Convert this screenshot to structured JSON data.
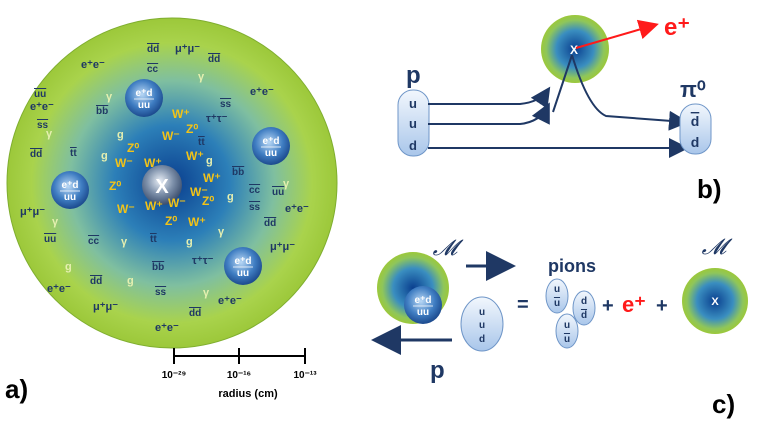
{
  "panel_labels": {
    "a": "a)",
    "b": "b)",
    "c": "c)"
  },
  "panel_a": {
    "center_label": "X",
    "proton_top": "e⁺d",
    "proton_bottom": "uu",
    "particles": {
      "ee": "e⁺e⁻",
      "mumu": "μ⁺μ⁻",
      "tautau": "τ⁺τ⁻",
      "dd": "dd",
      "cc": "cc",
      "uu": "uu",
      "ss": "ss",
      "bb": "bb",
      "tt": "tt",
      "gamma": "γ",
      "g": "g",
      "wp": "W⁺",
      "wm": "W⁻",
      "z0": "Z⁰"
    },
    "scale": {
      "tick1": "10⁻²⁹",
      "tick2": "10⁻¹⁶",
      "tick3": "10⁻¹³",
      "axis_label": "radius (cm)"
    }
  },
  "panel_b": {
    "proton": "p",
    "quarks": [
      "u",
      "u",
      "d"
    ],
    "x_label": "X",
    "positron": "e⁺",
    "pion": "π⁰",
    "pion_quarks": [
      "d",
      "d"
    ]
  },
  "panel_c": {
    "m_symbol": "𝓜",
    "pions": "pions",
    "proton": "p",
    "quarks": [
      "u",
      "u",
      "d"
    ],
    "equals": "=",
    "plus": "+",
    "positron": "e⁺",
    "x_label": "X",
    "pion_quarks": {
      "a_top": "u",
      "a_bottom": "u",
      "b_top": "d",
      "b_bottom": "d",
      "c_top": "u",
      "c_bottom": "u"
    }
  },
  "colors": {
    "dark_blue": "#1f3864",
    "yellow_text": "#f2c318",
    "red": "#ff1a1a",
    "green": "#9ccc3c",
    "blue": "#1a4fa0"
  }
}
